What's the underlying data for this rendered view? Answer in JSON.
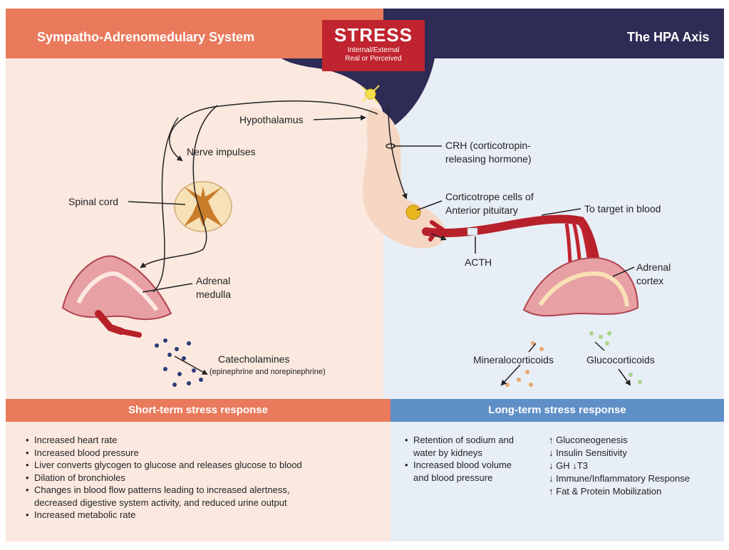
{
  "header": {
    "left_title": "Sympatho-Adrenomedulary System",
    "right_title": "The HPA Axis"
  },
  "stress": {
    "title": "STRESS",
    "line1": "Internal/External",
    "line2": "Real or Perceived"
  },
  "labels": {
    "hypothalamus": "Hypothalamus",
    "nerve_impulses": "Nerve impulses",
    "spinal_cord": "Spinal cord",
    "adrenal_medulla_1": "Adrenal",
    "adrenal_medulla_2": "medulla",
    "catecholamines": "Catecholamines",
    "catecholamines_sub": "(epinephrine and norepinephrine)",
    "crh_1": "CRH (corticotropin-",
    "crh_2": "releasing hormone)",
    "corticotrope_1": "Corticotrope cells of",
    "corticotrope_2": "Anterior pituitary",
    "to_target": "To target in blood",
    "acth": "ACTH",
    "adrenal_cortex_1": "Adrenal",
    "adrenal_cortex_2": "cortex",
    "mineralocorticoids": "Mineralocorticoids",
    "glucocorticoids": "Glucocorticoids"
  },
  "short_term": {
    "title": "Short-term stress response",
    "items": [
      "Increased heart rate",
      "Increased blood pressure",
      "Liver converts glycogen to glucose and releases glucose to blood",
      "Dilation of bronchioles",
      "Changes in blood flow patterns leading to increased alertness,",
      "decreased digestive system activity, and reduced urine output",
      "Increased metabolic rate"
    ]
  },
  "long_term": {
    "title": "Long-term stress response",
    "items": [
      "Retention of sodium and",
      "water by kidneys",
      "Increased blood volume",
      "and blood pressure"
    ],
    "effects": [
      {
        "arrow": "↑",
        "text": "Gluconeogenesis"
      },
      {
        "arrow": "↓",
        "text": "Insulin Sensitivity"
      },
      {
        "arrow": "↓",
        "text": "GH"
      },
      {
        "arrow": "↓",
        "text": "T3"
      },
      {
        "arrow": "↓",
        "text": "Immune/Inflammatory Response"
      },
      {
        "arrow": "↑",
        "text": "Fat & Protein Mobilization"
      }
    ]
  }
}
